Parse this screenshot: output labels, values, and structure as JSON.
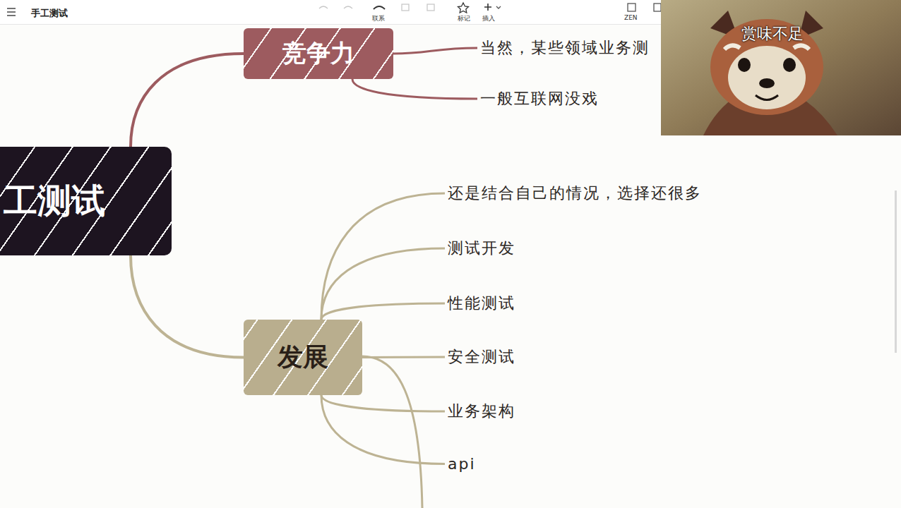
{
  "diagram": {
    "nodes": [
      {
        "text": [
          "工测试"
        ]
      },
      {
        "text": [
          "竞争力"
        ]
      },
      {
        "text": [
          "当然，某些领域业务测"
        ]
      },
      {
        "text": [
          "一般互联网没戏"
        ]
      },
      {
        "text": [
          "发展"
        ]
      },
      {
        "text": [
          "还是结合自己的情况，选择还很多"
        ]
      },
      {
        "text": [
          "测试开发"
        ]
      },
      {
        "text": [
          "性能测试"
        ]
      },
      {
        "text": [
          "安全测试"
        ]
      },
      {
        "text": [
          "业务架构"
        ]
      },
      {
        "text": [
          "api"
        ]
      }
    ],
    "edges": [
      {
        "from": 0,
        "to": 1,
        "arrow": "none"
      },
      {
        "from": 1,
        "to": 2,
        "arrow": "none"
      },
      {
        "from": 1,
        "to": 3,
        "arrow": "none"
      },
      {
        "from": 0,
        "to": 4,
        "arrow": "none"
      },
      {
        "from": 4,
        "to": 5,
        "arrow": "none"
      },
      {
        "from": 4,
        "to": 6,
        "arrow": "none"
      },
      {
        "from": 4,
        "to": 7,
        "arrow": "none"
      },
      {
        "from": 4,
        "to": 8,
        "arrow": "none"
      },
      {
        "from": 4,
        "to": 9,
        "arrow": "none"
      },
      {
        "from": 4,
        "to": 10,
        "arrow": "none"
      }
    ],
    "labels": [
      "手工测试",
      "联系",
      "标记",
      "插入",
      "ZEN",
      "赏味不足"
    ]
  }
}
